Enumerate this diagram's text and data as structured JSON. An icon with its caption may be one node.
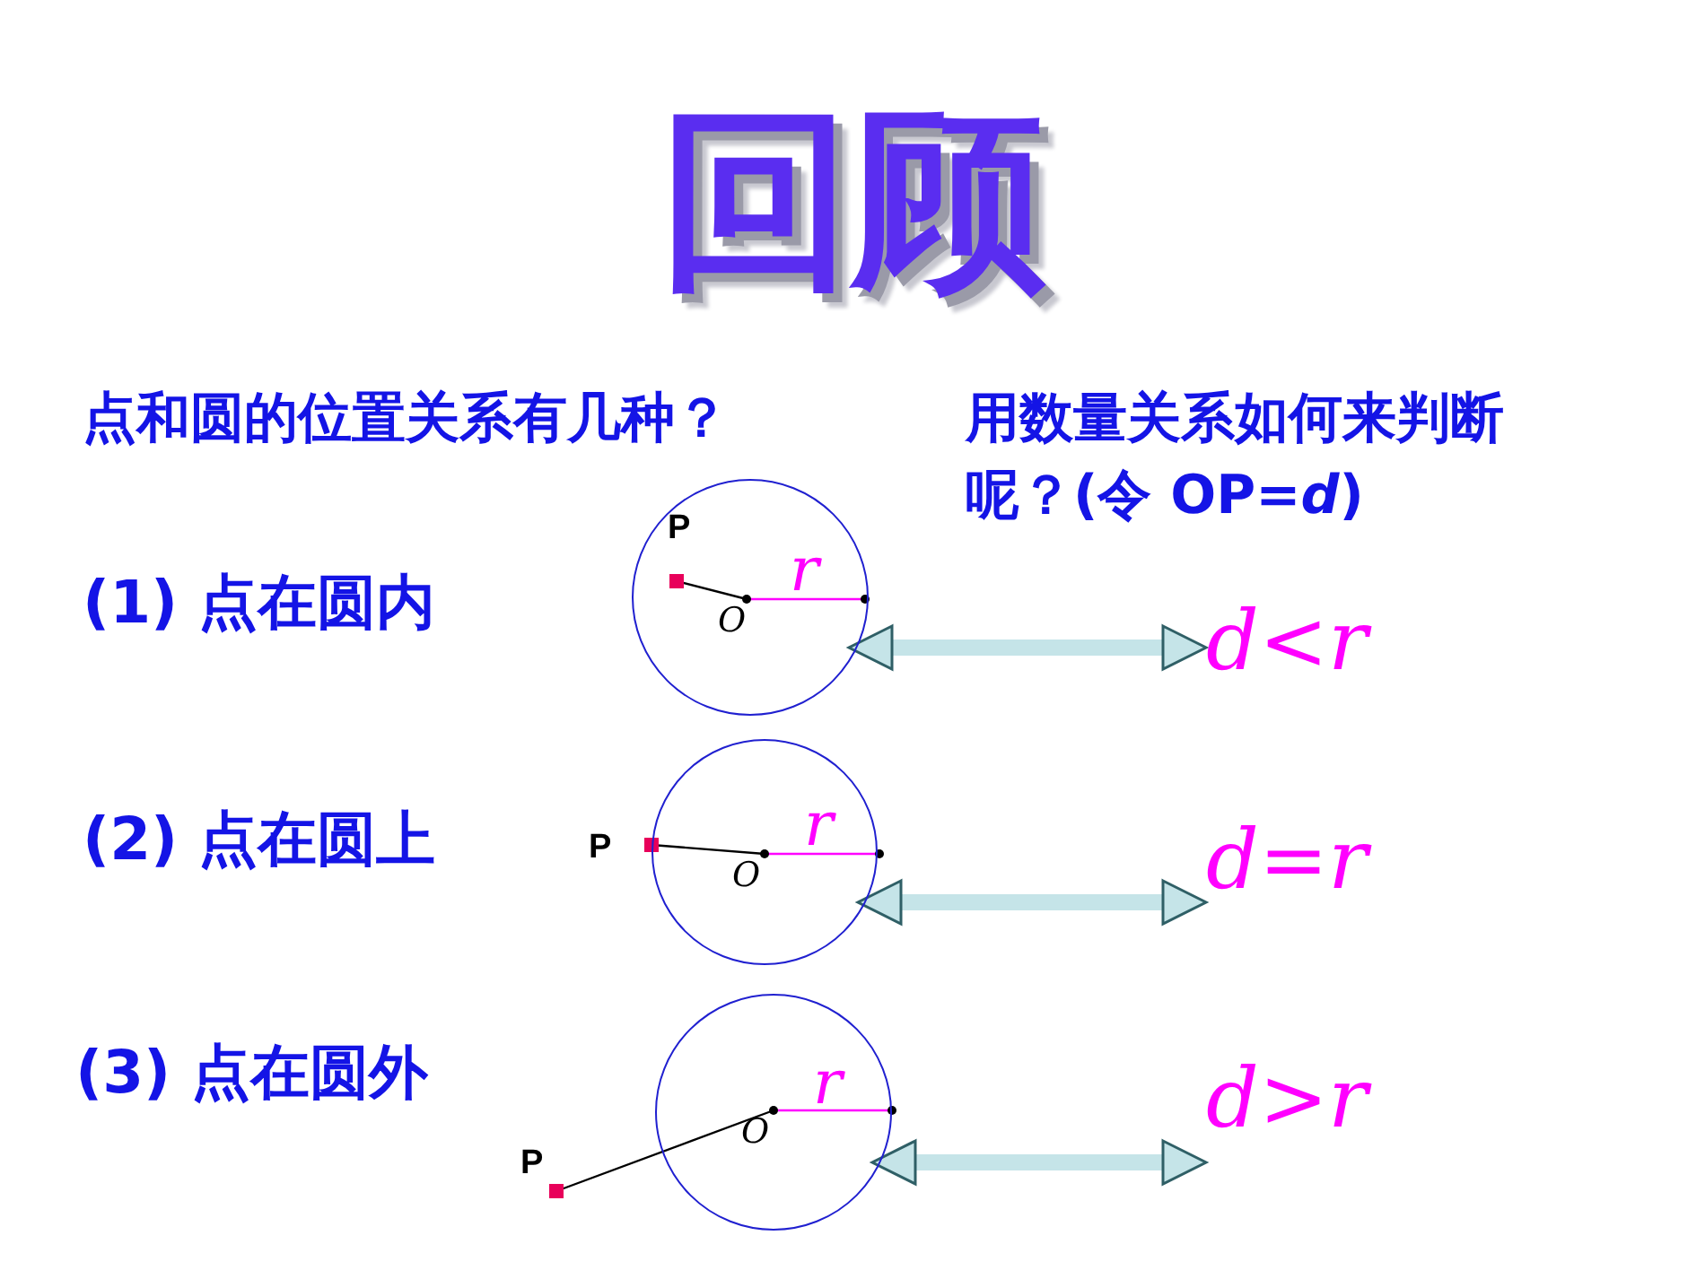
{
  "diagram": {
    "title": "回顾",
    "nodes": [
      {
        "text": [
          "(1) 点在圆内"
        ]
      },
      {
        "text": [],
        "shape": "circle"
      },
      {
        "text": [
          "d<r"
        ]
      },
      {
        "text": [
          "(2) 点在圆上"
        ]
      },
      {
        "text": [],
        "shape": "circle"
      },
      {
        "text": [
          "d=r"
        ]
      },
      {
        "text": [
          "(3) 点在圆外"
        ]
      },
      {
        "text": [],
        "shape": "circle"
      },
      {
        "text": [
          "d>r"
        ]
      }
    ],
    "edges": [
      {
        "from": 1,
        "to": 2,
        "arrow": "both"
      },
      {
        "from": 4,
        "to": 5,
        "arrow": "both"
      },
      {
        "from": 7,
        "to": 8,
        "arrow": "both"
      }
    ],
    "labels": [
      "点和圆的位置关系有几种？",
      "用数量关系如何来判断呢？(令 OP=*d*)",
      "P",
      "r",
      "O",
      "P",
      "r",
      "O",
      "P",
      "r",
      "O"
    ]
  }
}
